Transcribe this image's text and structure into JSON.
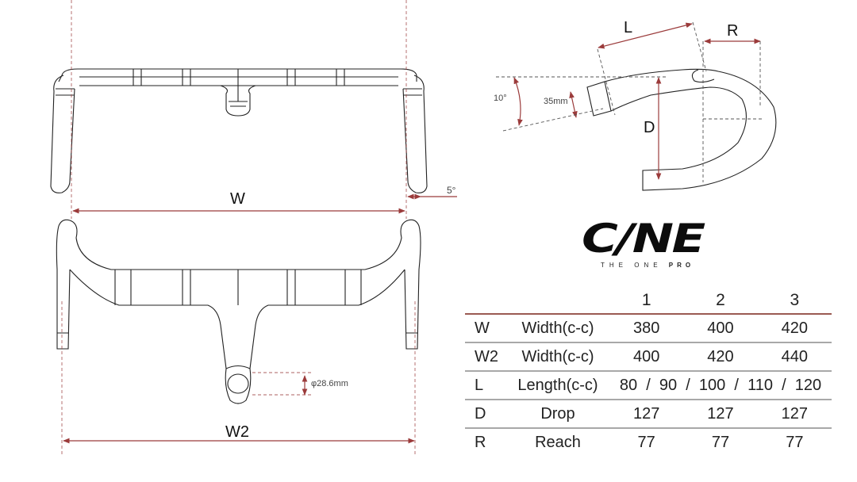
{
  "diagram": {
    "subject": "Integrated carbon road handlebar geometry",
    "front_view_top": {
      "width_label": "W",
      "flare_angle": "5°"
    },
    "front_view_bottom": {
      "width_label": "W2",
      "clamp_diameter": "φ28.6mm"
    },
    "side_view": {
      "length_label": "L",
      "reach_label": "R",
      "drop_label": "D",
      "rise_angle": "10°",
      "stem_height": "35mm"
    },
    "accent_color": "#9b3b3b"
  },
  "logo": {
    "mark": "C/NE",
    "tagline_light": "THE ONE",
    "tagline_bold": "PRO"
  },
  "spec_table": {
    "columns": [
      "",
      "",
      "1",
      "2",
      "3"
    ],
    "rows": [
      {
        "code": "W",
        "param": "Width(c-c)",
        "values": [
          "380",
          "400",
          "420"
        ]
      },
      {
        "code": "W2",
        "param": "Width(c-c)",
        "values": [
          "400",
          "420",
          "440"
        ]
      },
      {
        "code": "L",
        "param": "Length(c-c)",
        "span_value": "80  /  90  /  100  /  110  /  120"
      },
      {
        "code": "D",
        "param": "Drop",
        "values": [
          "127",
          "127",
          "127"
        ]
      },
      {
        "code": "R",
        "param": "Reach",
        "values": [
          "77",
          "77",
          "77"
        ]
      }
    ],
    "header_rule_color": "#9a5a52",
    "row_rule_color": "#a8a8a8"
  }
}
